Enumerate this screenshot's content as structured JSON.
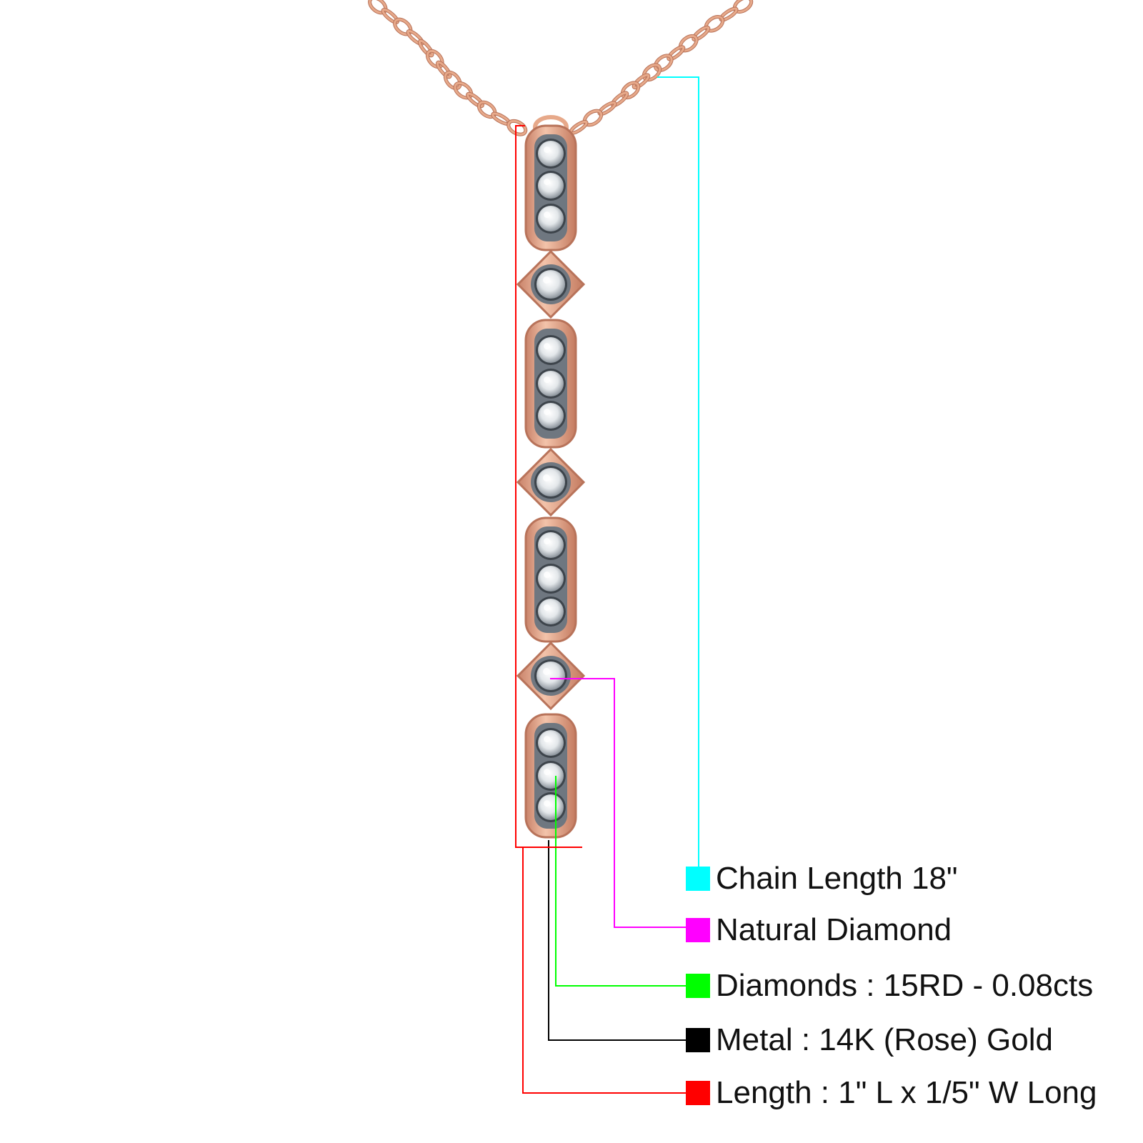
{
  "product": {
    "metal_color": "#E7A98A",
    "metal_shadow": "#B8735A",
    "stone_color": "#ECEFF2",
    "stone_shadow": "#5E6670"
  },
  "legend": [
    {
      "key": "chain",
      "label": "Chain Length 18\"",
      "color": "#00FFFF"
    },
    {
      "key": "diamond",
      "label": "Natural Diamond",
      "color": "#FF00FF"
    },
    {
      "key": "diamonds",
      "label": "Diamonds : 15RD - 0.08cts",
      "color": "#00FF00"
    },
    {
      "key": "metal",
      "label": "Metal : 14K (Rose) Gold",
      "color": "#000000"
    },
    {
      "key": "length",
      "label": "Length : 1\" L x 1/5\" W Long",
      "color": "#FF0000"
    }
  ]
}
